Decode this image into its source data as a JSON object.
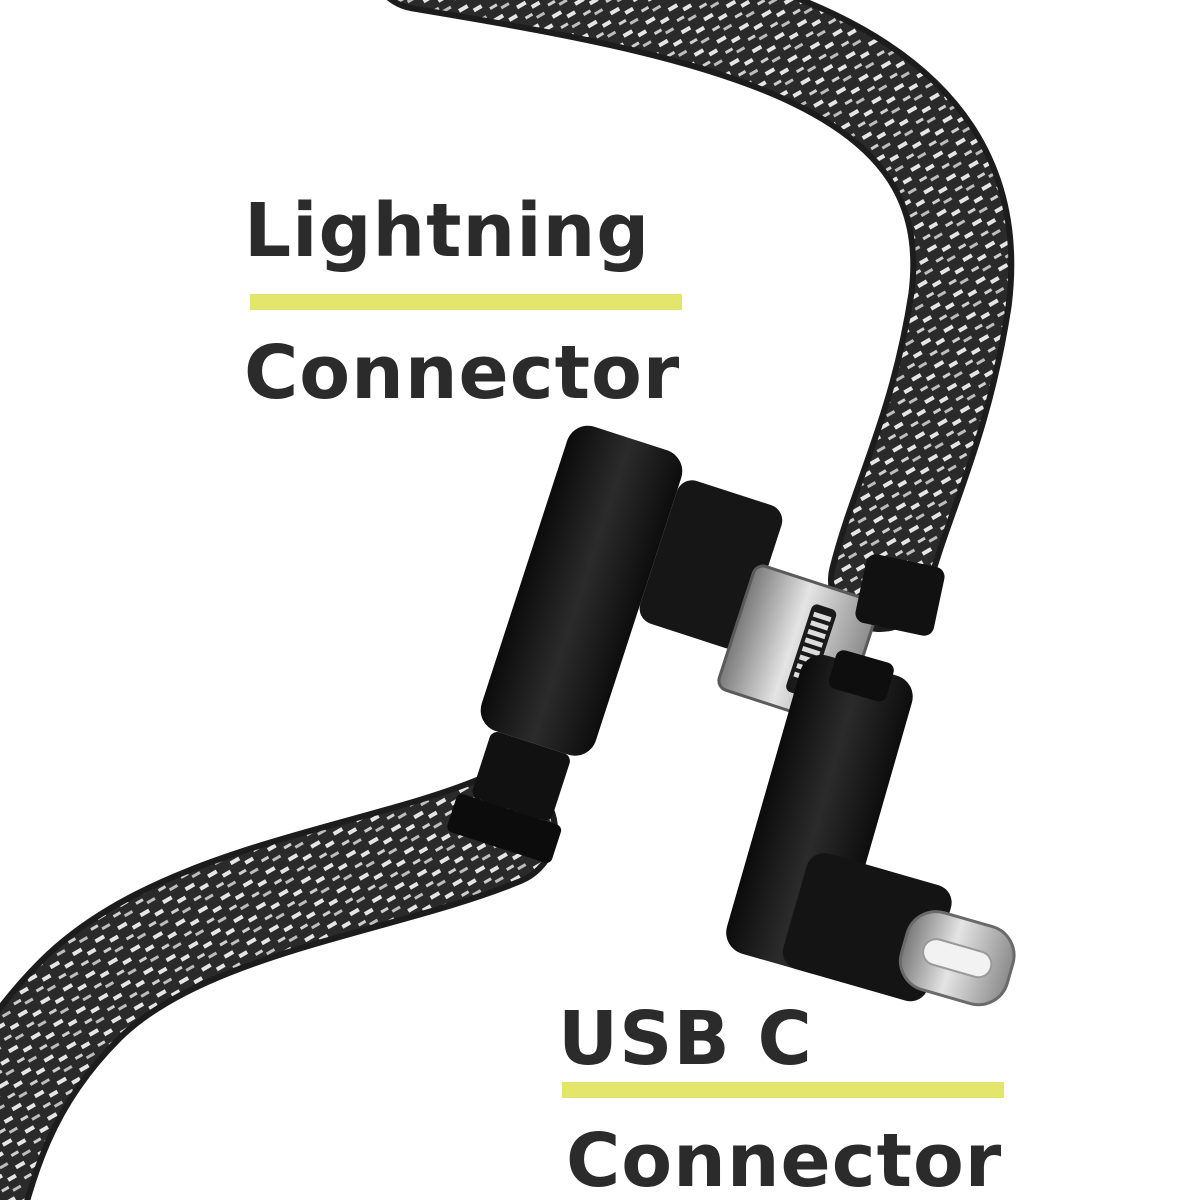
{
  "labels": {
    "top_line1": "Lightning",
    "top_line2": "Connector",
    "bottom_line1": "USB C",
    "bottom_line2": "Connector"
  },
  "colors": {
    "text": "#2b2b2b",
    "accent_rule": "#e3e66b",
    "cable_dark": "#2a2a2a",
    "cable_weave": "#e6e6e6",
    "connector_body": "#151515",
    "metal": "#c9c9c9"
  }
}
